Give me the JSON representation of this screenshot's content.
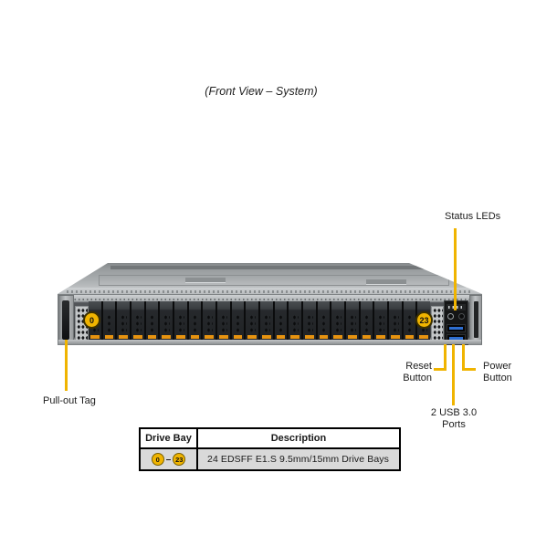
{
  "title": "(Front View – System)",
  "callouts": {
    "status_leds": "Status LEDs",
    "pull_out_tag": "Pull-out Tag",
    "reset": [
      "Reset",
      "Button"
    ],
    "power": [
      "Power",
      "Button"
    ],
    "usb": [
      "2 USB 3.0",
      "Ports"
    ]
  },
  "chassis": {
    "drive_bay_count": 24,
    "first_bay_label": "0",
    "last_bay_label": "23"
  },
  "table": {
    "headers": [
      "Drive Bay",
      "Description"
    ],
    "row": {
      "bay_start": "0",
      "bay_separator": "–",
      "bay_end": "23",
      "description": "24 EDSFF E1.S 9.5mm/15mm Drive Bays"
    }
  },
  "colors": {
    "callout_yellow": "#F0B400",
    "badge_yellow": "#F0B400",
    "usb_blue": "#2E6ED0",
    "drive_stripe_orange": "#E79310",
    "table_row_gray": "#D9D9D9"
  }
}
